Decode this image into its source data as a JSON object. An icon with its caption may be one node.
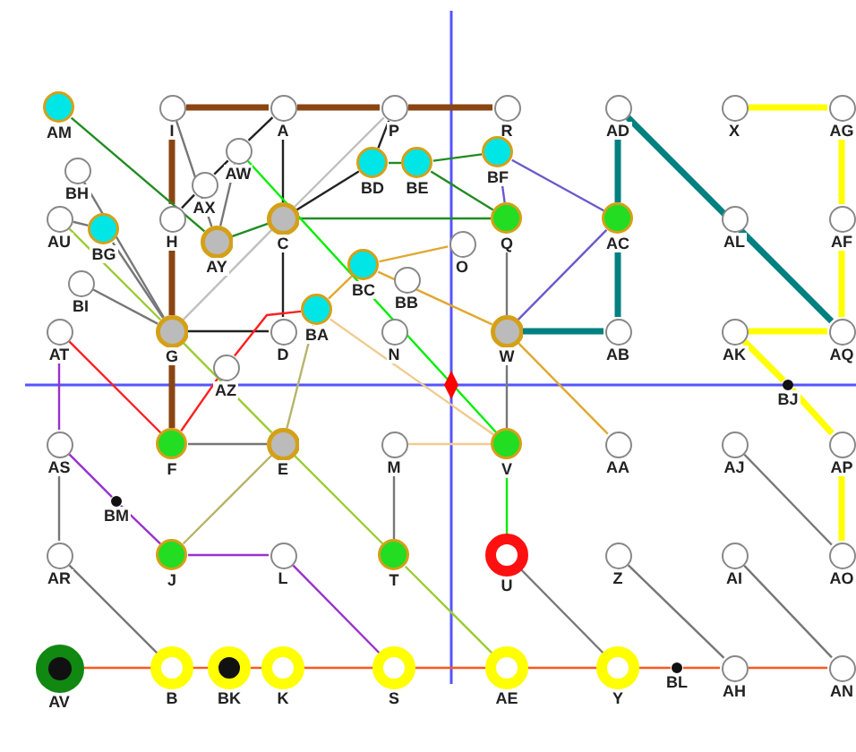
{
  "diagram": {
    "nodes": [
      {
        "text": [
          "AM"
        ]
      },
      {
        "text": [
          "I"
        ]
      },
      {
        "text": [
          "A"
        ]
      },
      {
        "text": [
          "P"
        ]
      },
      {
        "text": [
          "R"
        ]
      },
      {
        "text": [
          "AD"
        ]
      },
      {
        "text": [
          "X"
        ]
      },
      {
        "text": [
          "AG"
        ]
      },
      {
        "text": [
          "BH"
        ]
      },
      {
        "text": [
          "AW"
        ]
      },
      {
        "text": [
          "AX"
        ]
      },
      {
        "text": [
          "BD"
        ]
      },
      {
        "text": [
          "BE"
        ]
      },
      {
        "text": [
          "BF"
        ]
      },
      {
        "text": [
          "AU"
        ]
      },
      {
        "text": [
          "BG"
        ]
      },
      {
        "text": [
          "H"
        ]
      },
      {
        "text": [
          "AY"
        ]
      },
      {
        "text": [
          "C"
        ]
      },
      {
        "text": [
          "Q"
        ]
      },
      {
        "text": [
          "AC"
        ]
      },
      {
        "text": [
          "AL"
        ]
      },
      {
        "text": [
          "AF"
        ]
      },
      {
        "text": [
          "BI"
        ]
      },
      {
        "text": [
          "BC"
        ]
      },
      {
        "text": [
          "BB"
        ]
      },
      {
        "text": [
          "O"
        ]
      },
      {
        "text": [
          "AT"
        ]
      },
      {
        "text": [
          "G"
        ]
      },
      {
        "text": [
          "D"
        ]
      },
      {
        "text": [
          "BA"
        ]
      },
      {
        "text": [
          "N"
        ]
      },
      {
        "text": [
          "W"
        ]
      },
      {
        "text": [
          "AB"
        ]
      },
      {
        "text": [
          "AK"
        ]
      },
      {
        "text": [
          "AQ"
        ]
      },
      {
        "text": [
          "AZ"
        ]
      },
      {
        "text": [
          "BJ"
        ]
      },
      {
        "text": [
          "AS"
        ]
      },
      {
        "text": [
          "F"
        ]
      },
      {
        "text": [
          "E"
        ]
      },
      {
        "text": [
          "M"
        ]
      },
      {
        "text": [
          "V"
        ]
      },
      {
        "text": [
          "AA"
        ]
      },
      {
        "text": [
          "AJ"
        ]
      },
      {
        "text": [
          "AP"
        ]
      },
      {
        "text": [
          "BM"
        ]
      },
      {
        "text": [
          "AR"
        ]
      },
      {
        "text": [
          "J"
        ]
      },
      {
        "text": [
          "L"
        ]
      },
      {
        "text": [
          "T"
        ]
      },
      {
        "text": [
          "U"
        ]
      },
      {
        "text": [
          "Z"
        ]
      },
      {
        "text": [
          "AI"
        ]
      },
      {
        "text": [
          "AO"
        ]
      },
      {
        "text": [
          "AV"
        ]
      },
      {
        "text": [
          "B"
        ]
      },
      {
        "text": [
          "BK"
        ]
      },
      {
        "text": [
          "K"
        ]
      },
      {
        "text": [
          "S"
        ]
      },
      {
        "text": [
          "AE"
        ]
      },
      {
        "text": [
          "Y"
        ]
      },
      {
        "text": [
          "BL"
        ]
      },
      {
        "text": [
          "AH"
        ]
      },
      {
        "text": [
          "AN"
        ]
      }
    ],
    "edges": [
      {
        "from": 1,
        "to": 2,
        "arrow": "none",
        "style": "thick",
        "color": "#8b4513"
      },
      {
        "from": 2,
        "to": 3,
        "arrow": "none",
        "style": "thick",
        "color": "#8b4513"
      },
      {
        "from": 3,
        "to": 4,
        "arrow": "none",
        "style": "thick",
        "color": "#8b4513"
      },
      {
        "from": 1,
        "to": 16,
        "arrow": "none",
        "style": "thick",
        "color": "#8b4513"
      },
      {
        "from": 16,
        "to": 28,
        "arrow": "none",
        "style": "thick",
        "color": "#8b4513"
      },
      {
        "from": 28,
        "to": 39,
        "arrow": "none",
        "style": "thick",
        "color": "#8b4513"
      },
      {
        "from": 0,
        "to": 17,
        "arrow": "none",
        "color": "#228b22"
      },
      {
        "from": 17,
        "to": 18,
        "arrow": "none",
        "color": "#228b22"
      },
      {
        "from": 18,
        "to": 19,
        "arrow": "none",
        "color": "#228b22"
      },
      {
        "from": 12,
        "to": 19,
        "arrow": "none",
        "color": "#228b22"
      },
      {
        "from": 11,
        "to": 12,
        "arrow": "none",
        "color": "#228b22"
      },
      {
        "from": 12,
        "to": 13,
        "arrow": "none",
        "color": "#228b22"
      },
      {
        "from": 13,
        "to": 4,
        "arrow": "none",
        "color": "#228b22"
      },
      {
        "from": 16,
        "to": 10,
        "arrow": "none",
        "color": "#222222"
      },
      {
        "from": 10,
        "to": 9,
        "arrow": "none",
        "color": "#222222"
      },
      {
        "from": 9,
        "to": 2,
        "arrow": "none",
        "color": "#222222"
      },
      {
        "from": 1,
        "to": 17,
        "arrow": "none"
      },
      {
        "from": 9,
        "to": 17,
        "arrow": "none"
      },
      {
        "from": 2,
        "to": 18,
        "arrow": "none",
        "color": "#222222"
      },
      {
        "from": 18,
        "to": 29,
        "arrow": "none",
        "color": "#222222"
      },
      {
        "from": 18,
        "to": 3,
        "arrow": "none",
        "color": "#c0c0c0"
      },
      {
        "from": 11,
        "to": 3,
        "arrow": "none",
        "color": "#222222"
      },
      {
        "from": 18,
        "to": 11,
        "arrow": "none",
        "color": "#222222"
      },
      {
        "from": 28,
        "to": 18,
        "arrow": "none",
        "color": "#c0c0c0"
      },
      {
        "from": 28,
        "to": 29,
        "arrow": "none",
        "color": "#222222"
      },
      {
        "from": 8,
        "to": 28,
        "arrow": "none"
      },
      {
        "from": 23,
        "to": 28,
        "arrow": "none"
      },
      {
        "from": 15,
        "to": 28,
        "arrow": "none"
      },
      {
        "from": 14,
        "to": 15,
        "arrow": "none"
      },
      {
        "from": 14,
        "to": 28,
        "arrow": "none",
        "color": "#9acd32"
      },
      {
        "from": 28,
        "to": 40,
        "arrow": "none",
        "color": "#9acd32"
      },
      {
        "from": 40,
        "to": 50,
        "arrow": "none",
        "color": "#9acd32"
      },
      {
        "from": 50,
        "to": 60,
        "arrow": "none",
        "color": "#9acd32"
      },
      {
        "from": 9,
        "to": 42,
        "arrow": "none",
        "color": "#00ee00"
      },
      {
        "from": 42,
        "to": 51,
        "arrow": "none",
        "color": "#00ee00"
      },
      {
        "from": 27,
        "to": 39,
        "arrow": "none",
        "color": "#ff2020"
      },
      {
        "from": 39,
        "to": 36,
        "arrow": "none",
        "color": "#ff2020"
      },
      {
        "from": 36,
        "to": 30,
        "arrow": "none",
        "color": "#ff2020"
      },
      {
        "from": 30,
        "to": 40,
        "arrow": "none",
        "color": "#b5b56a"
      },
      {
        "from": 40,
        "to": 48,
        "arrow": "none",
        "color": "#b5b56a"
      },
      {
        "from": 30,
        "to": 24,
        "arrow": "none",
        "color": "#e0a830"
      },
      {
        "from": 24,
        "to": 26,
        "arrow": "none",
        "color": "#e0a830"
      },
      {
        "from": 24,
        "to": 32,
        "arrow": "none",
        "color": "#e0a830"
      },
      {
        "from": 32,
        "to": 43,
        "arrow": "none",
        "color": "#e0a830"
      },
      {
        "from": 30,
        "to": 42,
        "arrow": "none",
        "color": "#f0cc90"
      },
      {
        "from": 41,
        "to": 42,
        "arrow": "none",
        "color": "#f0cc90"
      },
      {
        "from": 39,
        "to": 40,
        "arrow": "none"
      },
      {
        "from": 41,
        "to": 50,
        "arrow": "none"
      },
      {
        "from": 19,
        "to": 32,
        "arrow": "none"
      },
      {
        "from": 32,
        "to": 42,
        "arrow": "none"
      },
      {
        "from": 13,
        "to": 19,
        "arrow": "none",
        "color": "#6a5acd"
      },
      {
        "from": 13,
        "to": 20,
        "arrow": "none",
        "color": "#6a5acd"
      },
      {
        "from": 32,
        "to": 20,
        "arrow": "none",
        "color": "#6a5acd"
      },
      {
        "from": 5,
        "to": 20,
        "arrow": "none",
        "style": "thick",
        "color": "#008080"
      },
      {
        "from": 20,
        "to": 33,
        "arrow": "none",
        "style": "thick",
        "color": "#008080"
      },
      {
        "from": 5,
        "to": 35,
        "arrow": "none",
        "style": "thick",
        "color": "#008080"
      },
      {
        "from": 32,
        "to": 33,
        "arrow": "none",
        "style": "thick",
        "color": "#008080"
      },
      {
        "from": 6,
        "to": 7,
        "arrow": "none",
        "style": "thick",
        "color": "#ffff00"
      },
      {
        "from": 7,
        "to": 22,
        "arrow": "none",
        "style": "thick",
        "color": "#ffff00"
      },
      {
        "from": 22,
        "to": 35,
        "arrow": "none",
        "style": "thick",
        "color": "#ffff00"
      },
      {
        "from": 35,
        "to": 34,
        "arrow": "none",
        "style": "thick",
        "color": "#ffff00"
      },
      {
        "from": 34,
        "to": 37,
        "arrow": "none",
        "style": "thick",
        "color": "#ffff00"
      },
      {
        "from": 37,
        "to": 45,
        "arrow": "none",
        "style": "thick",
        "color": "#ffff00"
      },
      {
        "from": 45,
        "to": 54,
        "arrow": "none",
        "style": "thick",
        "color": "#ffff00"
      },
      {
        "from": 44,
        "to": 54,
        "arrow": "none"
      },
      {
        "from": 53,
        "to": 64,
        "arrow": "none"
      },
      {
        "from": 52,
        "to": 63,
        "arrow": "none"
      },
      {
        "from": 51,
        "to": 61,
        "arrow": "none"
      },
      {
        "from": 47,
        "to": 56,
        "arrow": "none"
      },
      {
        "from": 38,
        "to": 47,
        "arrow": "none"
      },
      {
        "from": 27,
        "to": 38,
        "arrow": "none",
        "color": "#9932cc"
      },
      {
        "from": 38,
        "to": 46,
        "arrow": "none",
        "color": "#9932cc"
      },
      {
        "from": 46,
        "to": 48,
        "arrow": "none",
        "color": "#9932cc"
      },
      {
        "from": 48,
        "to": 49,
        "arrow": "none",
        "color": "#9932cc"
      },
      {
        "from": 49,
        "to": 59,
        "arrow": "none",
        "color": "#9932cc"
      },
      {
        "from": 55,
        "to": 56,
        "arrow": "none",
        "color": "#ff5722"
      },
      {
        "from": 56,
        "to": 57,
        "arrow": "none",
        "color": "#ff5722"
      },
      {
        "from": 57,
        "to": 58,
        "arrow": "none",
        "color": "#ff5722"
      },
      {
        "from": 58,
        "to": 59,
        "arrow": "none",
        "color": "#ff5722"
      },
      {
        "from": 59,
        "to": 60,
        "arrow": "none",
        "color": "#ff5722"
      },
      {
        "from": 60,
        "to": 61,
        "arrow": "none",
        "color": "#ff5722"
      },
      {
        "from": 61,
        "to": 62,
        "arrow": "none",
        "color": "#ff5722"
      },
      {
        "from": 62,
        "to": 63,
        "arrow": "none",
        "color": "#ff5722"
      },
      {
        "from": 63,
        "to": 64,
        "arrow": "none",
        "color": "#ff5722"
      }
    ]
  }
}
